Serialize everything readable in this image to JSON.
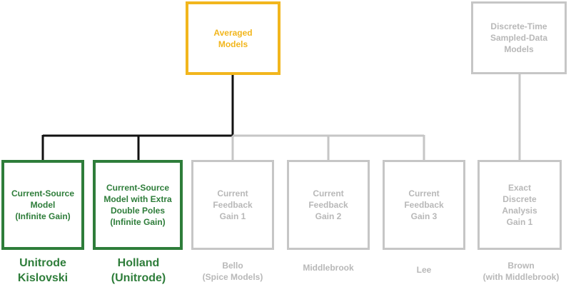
{
  "top_nodes": {
    "averaged": "Averaged\nModels",
    "discrete": "Discrete-Time\nSampled-Data\nModels"
  },
  "models": [
    {
      "label": "Current-Source\nModel\n(Infinite Gain)",
      "caption": "Unitrode\nKislovski",
      "style": "green"
    },
    {
      "label": "Current-Source\nModel with Extra\nDouble Poles\n(Infinite Gain)",
      "caption": "Holland\n(Unitrode)",
      "style": "green"
    },
    {
      "label": "Current\nFeedback\nGain 1",
      "caption": "Bello\n(Spice Models)",
      "style": "grey"
    },
    {
      "label": "Current\nFeedback\nGain 2",
      "caption": "Middlebrook",
      "style": "grey"
    },
    {
      "label": "Current\nFeedback\nGain 3",
      "caption": "Lee",
      "style": "grey"
    },
    {
      "label": "Exact\nDiscrete\nAnalysis\nGain 1",
      "caption": "Brown\n(with Middlebrook)",
      "style": "grey"
    }
  ],
  "colors": {
    "gold": "#f2b61d",
    "green": "#2e7d3a",
    "grey": "#c6c6c6",
    "black": "#111111"
  }
}
